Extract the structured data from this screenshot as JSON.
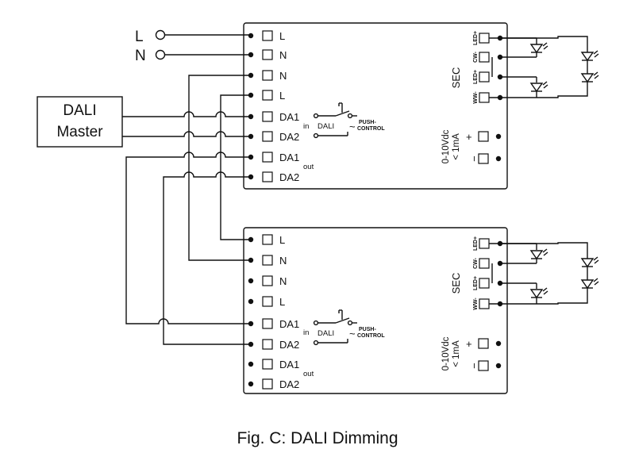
{
  "diagram": {
    "mains": {
      "l": "L",
      "n": "N"
    },
    "controller": {
      "line1": "DALI",
      "line2": "Master"
    },
    "driver": {
      "terminals": [
        "L",
        "N",
        "N",
        "L",
        "DA1",
        "DA2",
        "DA1",
        "DA2"
      ],
      "in_label": "in",
      "out_label": "out",
      "dali_label": "DALI",
      "push_label_1": "PUSH-",
      "push_label_2": "CONTROL",
      "tilde": "~",
      "sec_label": "SEC",
      "led_plus_1": "LED+",
      "cw_minus": "CW-",
      "led_plus_2": "LED+",
      "ww_minus": "WW-",
      "vdc_line1": "0-10Vdc",
      "vdc_line2": "< 1mA",
      "plus_sign": "+",
      "minus_sign": "−"
    },
    "caption": "Fig. C: DALI Dimming"
  }
}
